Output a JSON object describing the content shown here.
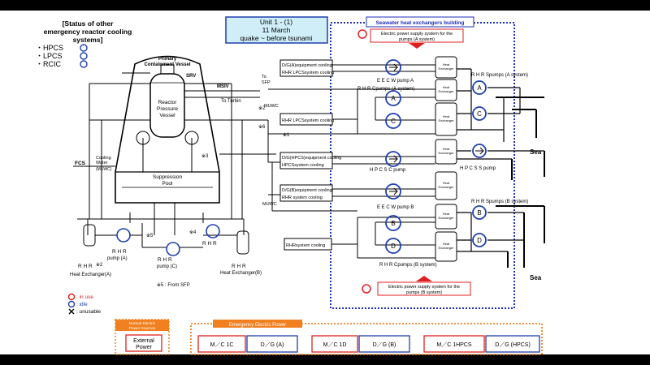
{
  "colors": {
    "in_use": "#e02020",
    "idle": "#1f3fb0",
    "unusable": "#000000",
    "title_fill": "#cfeef8",
    "power_orange": "#f08020",
    "building_blue": "#1c2fb8"
  },
  "status": {
    "title": "[Status of other emergency reactor cooling systems]",
    "title_lines": [
      "[Status of other",
      "emergency reactor cooling",
      "systems]"
    ],
    "items": [
      "・HPCS",
      "・LPCS",
      "・RCIC"
    ]
  },
  "title_box": {
    "line1": "Unit 1 - (1)",
    "line2": "11 March",
    "line3": "quake  ~ before tsunami"
  },
  "building": {
    "label": "Seawater heat exchangers building",
    "supply_a": [
      "Electric power supply system for the",
      "pumps (A system)"
    ],
    "supply_b": [
      "Electric power supply system for the",
      "pumps (B system)"
    ]
  },
  "reactor": {
    "pcv": [
      "Primary",
      "Containment Vessel"
    ],
    "rpv": [
      "Reactor",
      "Pressure",
      "Vessel"
    ],
    "sp": [
      "Suppression",
      "Pool"
    ],
    "srv": "SRV",
    "msiv": "MSIV",
    "to_turbine": "To Turbin",
    "to_sfp": [
      "To",
      "SFP"
    ],
    "munc": "MUWC",
    "fcs": "FCS",
    "cooling_water": [
      "Cooling",
      "Water"
    ],
    "munc_paren": "(MUWC)",
    "n2": "※2",
    "n3": "※3",
    "n4": "※4",
    "n5": "※5",
    "n6": "※6",
    "n1": "※1",
    "note5": "※5 : From SFP"
  },
  "rhr_left": {
    "hx_a": [
      "R H R",
      "Heat Exchanger(A)"
    ],
    "pump_a": [
      "R H R",
      "pump  (A)"
    ],
    "pump_c": [
      "R H R",
      "pump  (C)"
    ],
    "hx_b": [
      "R H R",
      "Heat Exchanger(B)"
    ],
    "n2": "※2"
  },
  "systems": {
    "dg_a": [
      "D/G(A)equipment cooling",
      "RHR LPCSsystem cooling"
    ],
    "rhr_lpcs": "RHR LPCSsystem cooling",
    "dg_hpcs": [
      "D/G(HPCS)equipment cooling",
      "HPCSsystem cooling"
    ],
    "dg_b": [
      "D/G(B)equipment cooling",
      "RHR  system cooling"
    ],
    "rhr_sys": "RHRsystem cooling"
  },
  "pumps": {
    "eecw_a": "E E C W  pump A",
    "rhrc_a": "R H R Cpumps (A system)",
    "hpcsc": "H P C S C  pump",
    "eecw_b": "E E C W  pump B",
    "rhrc_b": "R H R Cpumps (B system)",
    "rhrs_a": "R H R Spumps (A system)",
    "hpcss": "H P C S S pump",
    "rhrs_b": "R H R Spumps (B system)",
    "A": "A",
    "B": "B",
    "C": "C",
    "D": "D"
  },
  "hx_label": [
    "Heat",
    "Exchanger"
  ],
  "sea": "Sea",
  "legend": {
    "in_use": ": in use",
    "idle": ": idle",
    "unusable": ": unusable"
  },
  "power": {
    "normal": [
      "Normal Electric",
      "Power Sources"
    ],
    "emergency": "Emergency Electric Power",
    "external": [
      "External",
      "Power"
    ],
    "mc1c": "M／C 1C",
    "dga": "D／G (A)",
    "mc1d": "M／C 1D",
    "dgb": "D／G (B)",
    "mc1hpcs": "M／C 1HPCS",
    "dghpcs": "D／G (HPCS)"
  }
}
